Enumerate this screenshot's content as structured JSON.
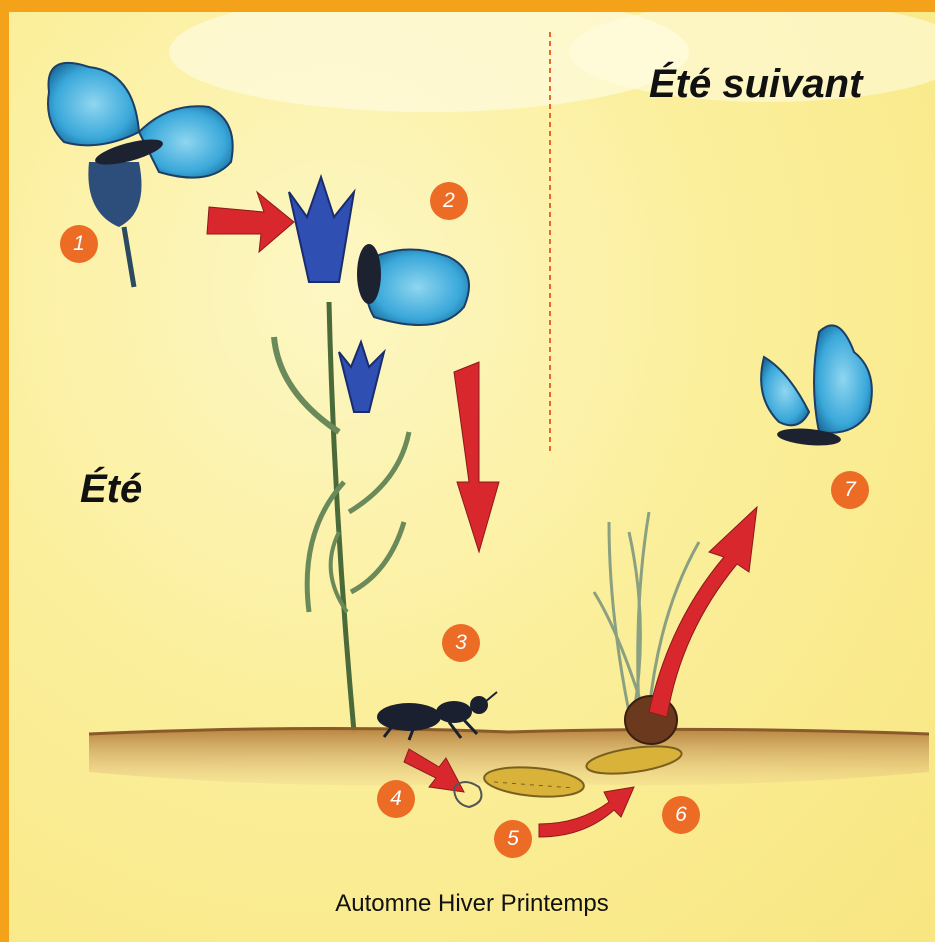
{
  "seasons": {
    "summer": "Été",
    "next_summer": "Été suivant"
  },
  "steps": [
    "1",
    "2",
    "3",
    "4",
    "5",
    "6",
    "7"
  ],
  "caption": "Automne Hiver Printemps",
  "colors": {
    "border": "#f4a21a",
    "background": "#fbef9c",
    "badge": "#ec6b25",
    "arrow": "#d8282e",
    "butterfly": "#4ab2df",
    "gentian": "#2f4fb3",
    "ground": "#a8773f",
    "divider": "#e8672a"
  },
  "icons": [
    "butterfly-icon",
    "gentian-flower-icon",
    "ant-icon",
    "caterpillar-icon",
    "grass-tuft-icon",
    "arrow-icon"
  ]
}
